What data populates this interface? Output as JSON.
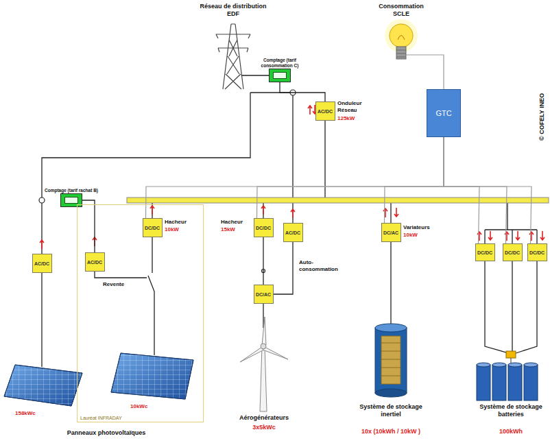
{
  "diagram": {
    "nodes": [
      {
        "text": [
          "Comptage (tarif consommation C)"
        ]
      },
      {
        "text": [
          "AC/DC"
        ]
      },
      {
        "text": [
          "GTC"
        ]
      },
      {
        "text": [
          "Comptage (tarif rachat B)"
        ]
      },
      {
        "text": [
          "AC/DC"
        ]
      },
      {
        "text": [
          "Lauréat INFRADAY"
        ]
      },
      {
        "text": [
          "AC/DC"
        ],
        "in": 5
      },
      {
        "text": [
          "DC/DC"
        ],
        "in": 5
      },
      {
        "text": [
          "DC/DC"
        ]
      },
      {
        "text": [
          "AC/DC"
        ]
      },
      {
        "text": [
          "DC/AC"
        ]
      },
      {
        "text": [
          "DC/AC"
        ]
      },
      {
        "text": [
          "DC/DC"
        ]
      },
      {
        "text": [
          "DC/DC"
        ]
      },
      {
        "text": [
          "DC/DC"
        ]
      }
    ],
    "edges": [
      {
        "from": 0,
        "to": 1,
        "arrow": "none"
      },
      {
        "from": 3,
        "to": 6,
        "arrow": "none"
      },
      {
        "from": 8,
        "to": 10,
        "arrow": "none"
      },
      {
        "from": 9,
        "to": 10,
        "arrow": "none"
      },
      {
        "from": 2,
        "to": 7,
        "arrow": "none"
      },
      {
        "from": 2,
        "to": 8,
        "arrow": "none"
      },
      {
        "from": 2,
        "to": 11,
        "arrow": "none"
      },
      {
        "from": 2,
        "to": 12,
        "arrow": "none"
      },
      {
        "from": 2,
        "to": 13,
        "arrow": "none"
      },
      {
        "from": 2,
        "to": 14,
        "arrow": "none"
      }
    ],
    "labels": [
      "Réseau de distribution EDF",
      "Consommation SCLE",
      "Onduleur Réseau",
      "125kW",
      "Hacheur",
      "10kW",
      "Hacheur",
      "15kW",
      "Revente",
      "Auto-consommation",
      "Variateurs",
      "10kW",
      "158kWc",
      "10kWc",
      "Panneaux photovoltaïques",
      "Aérogénérateurs",
      "3x5kWc",
      "Système de stockage inertiel",
      "10x (10kWh / 10kW )",
      "Système de stockage batteries",
      "100kWh",
      "© COFELY INEO"
    ]
  }
}
